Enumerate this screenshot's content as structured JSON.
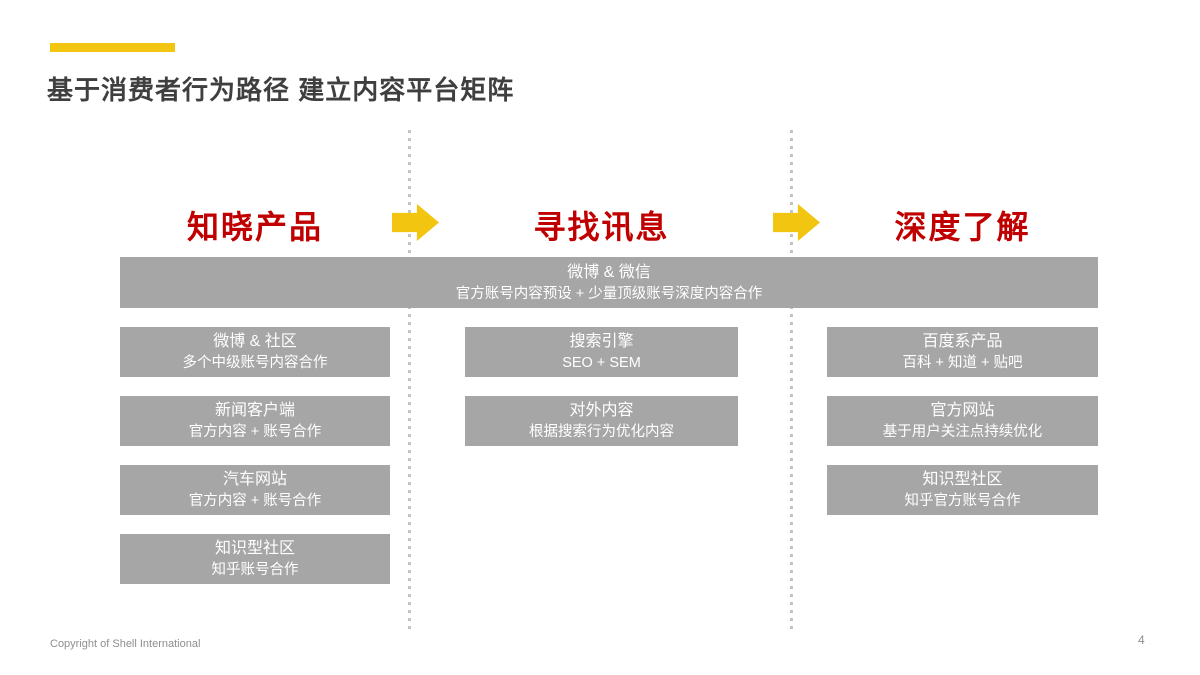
{
  "slide": {
    "title": "基于消费者行为路径 建立内容平台矩阵",
    "footer": {
      "copyright": "Copyright of Shell International",
      "page_number": "4"
    }
  },
  "colors": {
    "accent_yellow": "#F2C511",
    "stage_red": "#C00000",
    "box_gray": "#A6A6A6",
    "title_gray": "#3F3F3F",
    "footer_gray": "#8F8F8F"
  },
  "stages": [
    {
      "label": "知晓产品"
    },
    {
      "label": "寻找讯息"
    },
    {
      "label": "深度了解"
    }
  ],
  "arrow_icon": "right-arrow",
  "spanning_box": {
    "title": "微博 & 微信",
    "subtitle": "官方账号内容预设 + 少量顶级账号深度内容合作"
  },
  "columns": [
    {
      "boxes": [
        {
          "title": "微博 & 社区",
          "subtitle": "多个中级账号内容合作"
        },
        {
          "title": "新闻客户端",
          "subtitle": "官方内容 + 账号合作"
        },
        {
          "title": "汽车网站",
          "subtitle": "官方内容 + 账号合作"
        },
        {
          "title": "知识型社区",
          "subtitle": "知乎账号合作"
        }
      ]
    },
    {
      "boxes": [
        {
          "title": "搜索引擎",
          "subtitle": "SEO + SEM"
        },
        {
          "title": "对外内容",
          "subtitle": "根据搜索行为优化内容"
        }
      ]
    },
    {
      "boxes": [
        {
          "title": "百度系产品",
          "subtitle": "百科 + 知道 + 贴吧"
        },
        {
          "title": "官方网站",
          "subtitle": "基于用户关注点持续优化"
        },
        {
          "title": "知识型社区",
          "subtitle": "知乎官方账号合作"
        }
      ]
    }
  ]
}
